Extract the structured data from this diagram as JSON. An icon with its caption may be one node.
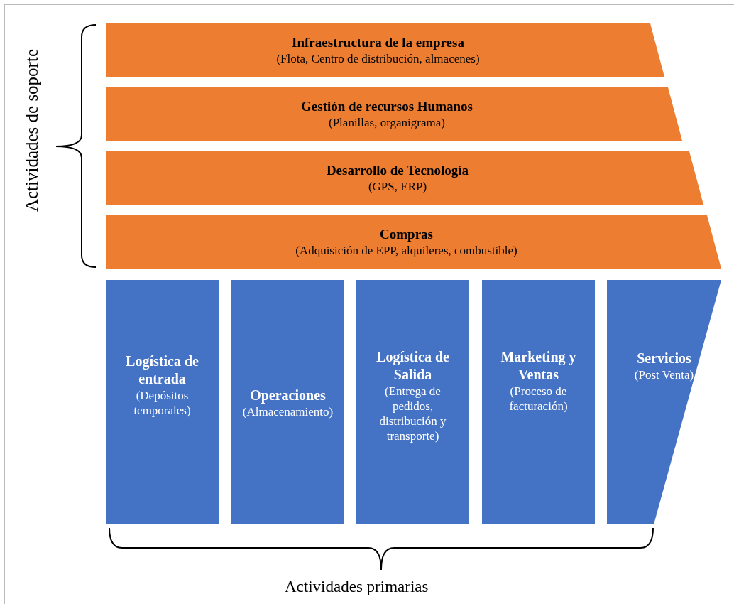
{
  "diagram": {
    "nodes": [
      {
        "text": [
          "Infraestructura de la empresa",
          "(Flota, Centro de distribución, almacenes)"
        ]
      },
      {
        "text": [
          "Gestión de recursos Humanos",
          "(Planillas, organigrama)"
        ]
      },
      {
        "text": [
          "Desarrollo de Tecnología",
          "(GPS, ERP)"
        ]
      },
      {
        "text": [
          "Compras",
          "(Adquisición de EPP, alquileres, combustible)"
        ]
      },
      {
        "text": [
          "Logística de entrada",
          "(Depósitos temporales)"
        ]
      },
      {
        "text": [
          "Operaciones",
          "(Almacenamiento)"
        ]
      },
      {
        "text": [
          "Logística de Salida",
          "(Entrega de pedidos, distribución y transporte)"
        ]
      },
      {
        "text": [
          "Marketing y Ventas",
          "(Proceso de facturación)"
        ]
      },
      {
        "text": [
          "Servicios",
          "(Post Venta)"
        ]
      }
    ],
    "edges": [],
    "labels": [
      "Actividades de soporte",
      "Actividades primarias"
    ]
  }
}
